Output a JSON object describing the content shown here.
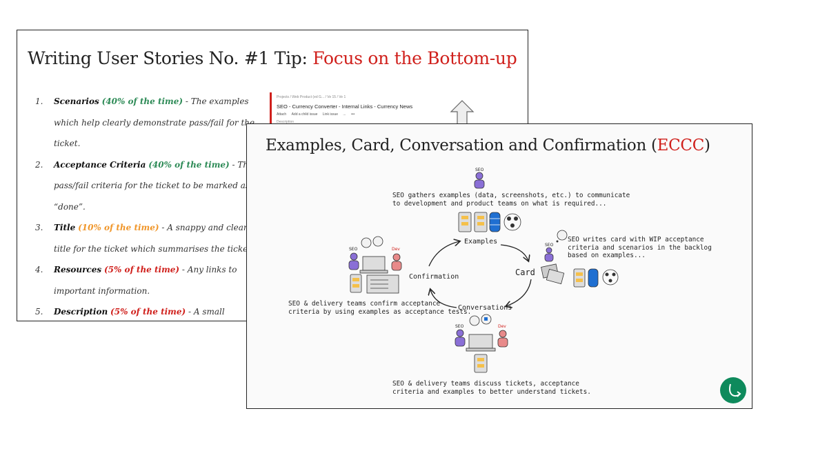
{
  "slide1": {
    "title": "Writing User Stories No. #1 Tip: ",
    "title_accent": "Focus on the Bottom-up",
    "items": [
      {
        "num": "1.",
        "name": "Scenarios",
        "pct": "(40% of the time)",
        "pct_color": "#2e8b57",
        "text": " - The examples which help clearly demonstrate pass/fail for the ticket."
      },
      {
        "num": "2.",
        "name": "Acceptance Criteria",
        "pct": "(40% of the time)",
        "pct_color": "#2e8b57",
        "text": " - The pass/fail criteria for the ticket to be marked as “done”."
      },
      {
        "num": "3.",
        "name": "Title",
        "pct": "(10% of the time)",
        "pct_color": "#f0962a",
        "text": " - A snappy and clear title for the ticket which summarises the ticket."
      },
      {
        "num": "4.",
        "name": "Resources",
        "pct": "(5% of the time)",
        "pct_color": "#d0201c",
        "text": " - Any links to important information."
      },
      {
        "num": "5.",
        "name": "Description",
        "pct": "(5% of the time)",
        "pct_color": "#d0201c",
        "text": " - A small description written from the perspective of the user helps clarify why the ticket is being created."
      }
    ],
    "jira": {
      "breadcrumb": "Projects / Web Product (ed G... / Ve 15 / Ve 1",
      "title": "SEO - Currency Converter - Internal Links - Currency News",
      "actions": [
        "Attach",
        "Add a child issue",
        "Link issue",
        "...",
        "•••"
      ],
      "description_label": "Description"
    }
  },
  "slide2": {
    "title": "Examples, Card, Conversation and Confirmation (",
    "title_accent": "ECCC",
    "title_end": ")",
    "nodes": {
      "examples": "Examples",
      "card": "Card",
      "conversations": "Conversations",
      "confirmation": "Confirmation"
    },
    "roles": {
      "seo": "SEO",
      "dev": "Dev"
    },
    "captions": {
      "top": [
        "SEO gathers examples (data, screenshots, etc.) to communicate",
        "to development and product teams on what is required..."
      ],
      "right": [
        "SEO writes card with WIP acceptance",
        "criteria and scenarios in the backlog",
        "based on examples..."
      ],
      "left": [
        "SEO & delivery teams confirm acceptance",
        "criteria by using examples as acceptance tests."
      ],
      "bottom": [
        "SEO & delivery teams discuss tickets, acceptance",
        "criteria and examples to better understand tickets."
      ]
    },
    "colors": {
      "accent": "#d0201c",
      "seo": "#8a6fd6",
      "dev": "#e88a8a",
      "doc": "#f5c04a",
      "db": "#1f6fd1",
      "logo": "#0e8a5c"
    },
    "logo_icon": "loop-arrow-icon"
  }
}
